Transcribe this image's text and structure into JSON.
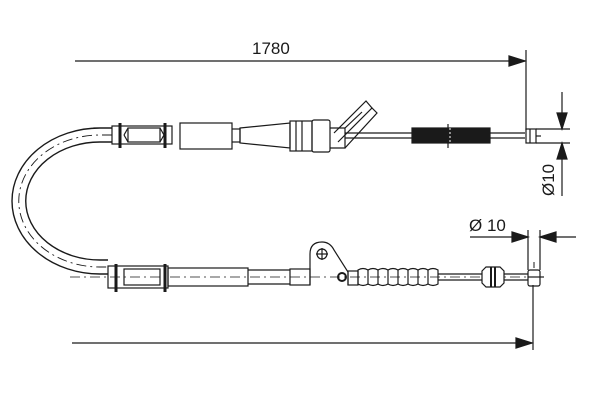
{
  "drawing": {
    "type": "Hand brake cable technical drawing",
    "line_color": "#1a1a1a",
    "background": "#ffffff"
  },
  "dimensions": {
    "overall_length": "1780",
    "upper_end_diameter": "Ø10",
    "lower_end_diameter": "Ø 10"
  },
  "components": [
    "curved-sheath",
    "upper-ferrule",
    "lower-ferrule",
    "upper-sleeve",
    "lower-sleeve",
    "mounting-bracket",
    "upper-bellows-spring",
    "lower-rubber-boot",
    "upper-eye-end",
    "lower-eye-end"
  ]
}
